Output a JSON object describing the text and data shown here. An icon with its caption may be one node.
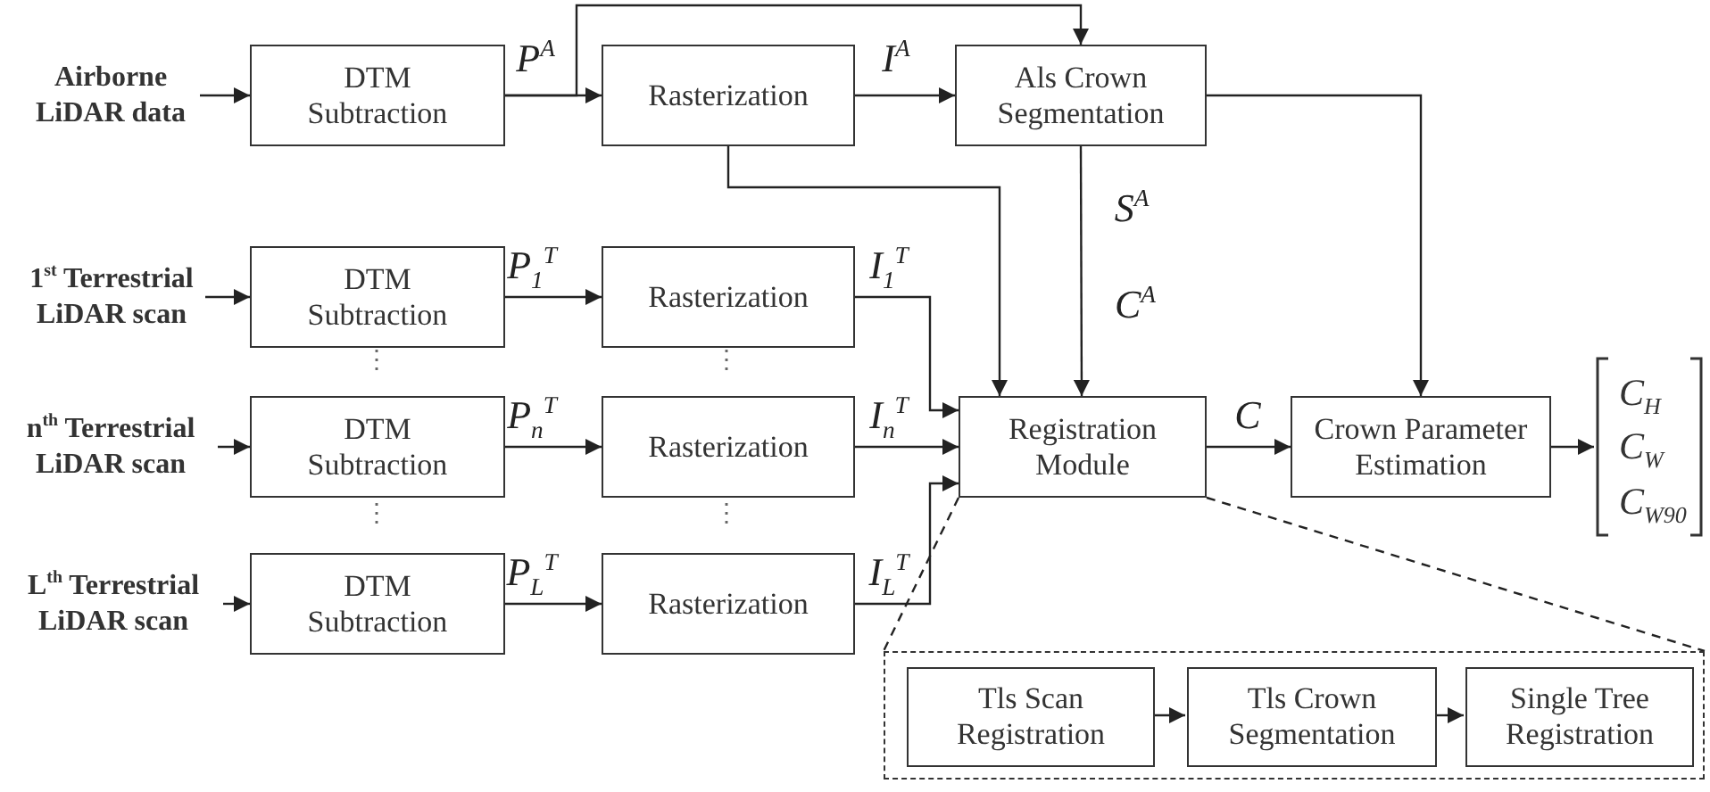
{
  "diagram": {
    "nodes": [
      {
        "text": [
          "Airborne LiDAR data"
        ]
      },
      {
        "text": [
          "DTM Subtraction"
        ]
      },
      {
        "text": [
          "Rasterization"
        ]
      },
      {
        "text": [
          "Als Crown Segmentation"
        ]
      },
      {
        "text": [
          "1$^{st}$ Terrestrial LiDAR scan"
        ]
      },
      {
        "text": [
          "DTM Subtraction"
        ]
      },
      {
        "text": [
          "Rasterization"
        ]
      },
      {
        "text": [
          "n$^{th}$ Terrestrial LiDAR scan"
        ]
      },
      {
        "text": [
          "DTM Subtraction"
        ]
      },
      {
        "text": [
          "Rasterization"
        ]
      },
      {
        "text": [
          "L$^{th}$ Terrestrial LiDAR scan"
        ]
      },
      {
        "text": [
          "DTM Subtraction"
        ]
      },
      {
        "text": [
          "Rasterization"
        ]
      },
      {
        "text": [
          "Registration Module"
        ]
      },
      {
        "text": [
          "Crown Parameter Estimation"
        ]
      },
      {
        "text": [
          "C$_{H}$",
          "C$_{W}$",
          "C$_{W90}$"
        ]
      },
      {
        "text": [],
        "shape": "box"
      },
      {
        "text": [
          "Tls Scan Registration"
        ],
        "in": 16
      },
      {
        "text": [
          "Tls Crown Segmentation"
        ],
        "in": 16
      },
      {
        "text": [
          "Single Tree Registration"
        ],
        "in": 16
      }
    ],
    "edges": [
      {
        "from": 0,
        "to": 1,
        "arrow": "to"
      },
      {
        "from": 1,
        "to": 2,
        "arrow": "to",
        "label": "P$^{A}$"
      },
      {
        "from": 1,
        "to": 3,
        "arrow": "to"
      },
      {
        "from": 2,
        "to": 3,
        "arrow": "to",
        "label": "I$^{A}$"
      },
      {
        "from": 2,
        "to": 13,
        "arrow": "to"
      },
      {
        "from": 3,
        "to": 13,
        "arrow": "to",
        "label": "S$^{A}$"
      },
      {
        "from": 3,
        "to": 14,
        "arrow": "to"
      },
      {
        "from": 4,
        "to": 5,
        "arrow": "to"
      },
      {
        "from": 5,
        "to": 6,
        "arrow": "to",
        "label": "P$_{1}$$^{T}$"
      },
      {
        "from": 6,
        "to": 13,
        "arrow": "to",
        "label": "I$_{1}$$^{T}$"
      },
      {
        "from": 7,
        "to": 8,
        "arrow": "to"
      },
      {
        "from": 8,
        "to": 9,
        "arrow": "to",
        "label": "P$_{n}$$^{T}$"
      },
      {
        "from": 9,
        "to": 13,
        "arrow": "to",
        "label": "I$_{n}$$^{T}$"
      },
      {
        "from": 10,
        "to": 11,
        "arrow": "to"
      },
      {
        "from": 11,
        "to": 12,
        "arrow": "to",
        "label": "P$_{L}$$^{T}$"
      },
      {
        "from": 12,
        "to": 13,
        "arrow": "to",
        "label": "I$_{L}$$^{T}$"
      },
      {
        "from": 13,
        "to": 14,
        "arrow": "to",
        "label": "C"
      },
      {
        "from": 14,
        "to": 15,
        "arrow": "to"
      },
      {
        "from": 17,
        "to": 18,
        "arrow": "to"
      },
      {
        "from": 18,
        "to": 19,
        "arrow": "to"
      },
      {
        "from": 13,
        "to": 16,
        "arrow": "none",
        "style": "dashed"
      },
      {
        "from": 13,
        "to": 16,
        "arrow": "none",
        "style": "dashed"
      }
    ],
    "labels": [
      "C$^{A}$",
      "⋮",
      "⋮",
      "⋮",
      "⋮"
    ]
  }
}
